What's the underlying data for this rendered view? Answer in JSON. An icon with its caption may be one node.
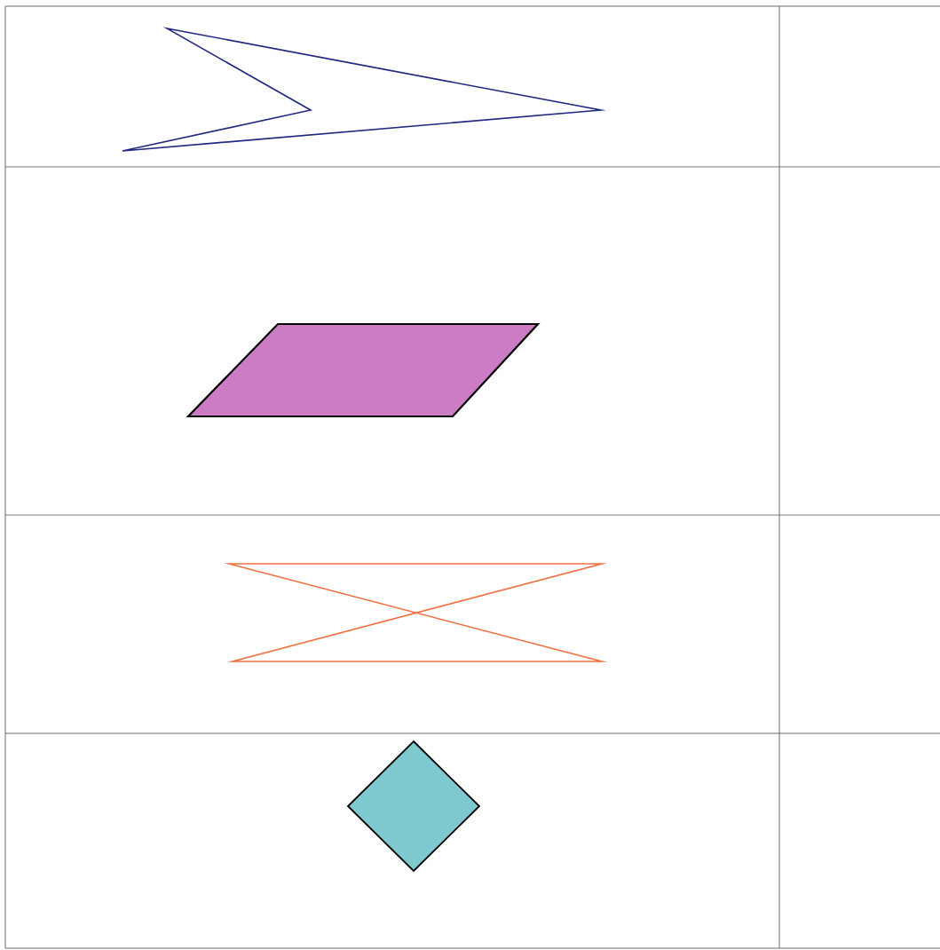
{
  "diagram": {
    "nodes": [
      {
        "text": [],
        "shape": "chevron"
      },
      {
        "text": [],
        "shape": "parallelogram"
      },
      {
        "text": [],
        "shape": "bowtie"
      },
      {
        "text": [],
        "shape": "diamond"
      }
    ]
  }
}
